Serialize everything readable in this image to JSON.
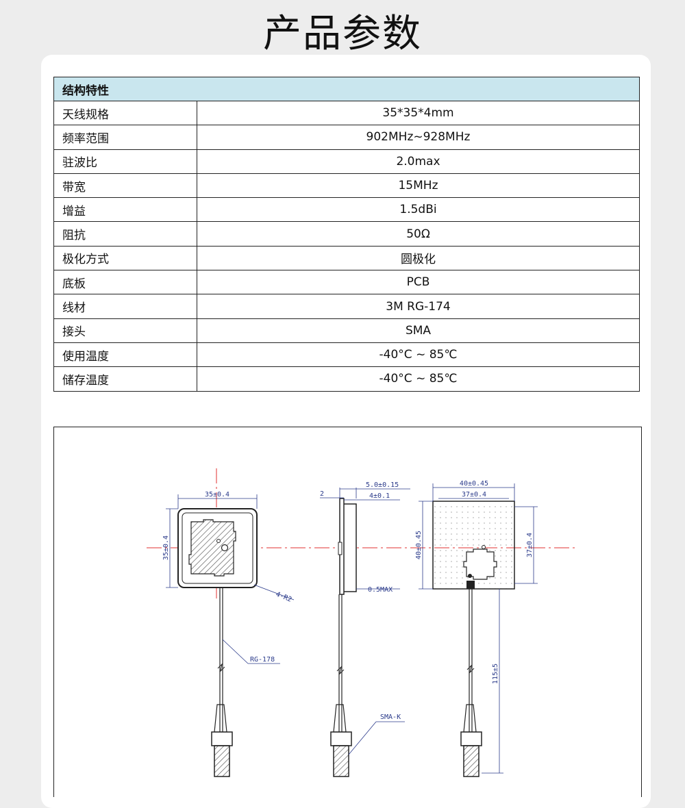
{
  "title": "产品参数",
  "section_header": "结构特性",
  "specs": [
    {
      "label": "天线规格",
      "value": "35*35*4mm"
    },
    {
      "label": "频率范围",
      "value": "902MHz~928MHz"
    },
    {
      "label": "驻波比",
      "value": "2.0max"
    },
    {
      "label": "带宽",
      "value": "15MHz"
    },
    {
      "label": "增益",
      "value": "1.5dBi"
    },
    {
      "label": "阻抗",
      "value": "50Ω"
    },
    {
      "label": "极化方式",
      "value": "圆极化"
    },
    {
      "label": "底板",
      "value": "PCB"
    },
    {
      "label": "线材",
      "value": "3M RG-174"
    },
    {
      "label": "接头",
      "value": "SMA"
    },
    {
      "label": "使用温度",
      "value": "-40°C ~ 85℃"
    },
    {
      "label": "储存温度",
      "value": "-40°C ~ 85℃"
    }
  ],
  "drawing": {
    "front": {
      "width_dim": "35±0.4",
      "height_dim": "35±0.4",
      "corner_dim": "4-R2",
      "cable": "RG-178"
    },
    "side": {
      "total_dim": "5.0±0.15",
      "gap_dim": "2",
      "thick_dim": "4±0.1",
      "bottom_dim": "0.5MAX",
      "connector": "SMA-K"
    },
    "back": {
      "outer_width_dim": "40±0.45",
      "inner_width_dim": "37±0.4",
      "outer_height_dim": "40±0.45",
      "inner_height_dim": "37±0.4",
      "cable_length_dim": "115±5"
    }
  }
}
